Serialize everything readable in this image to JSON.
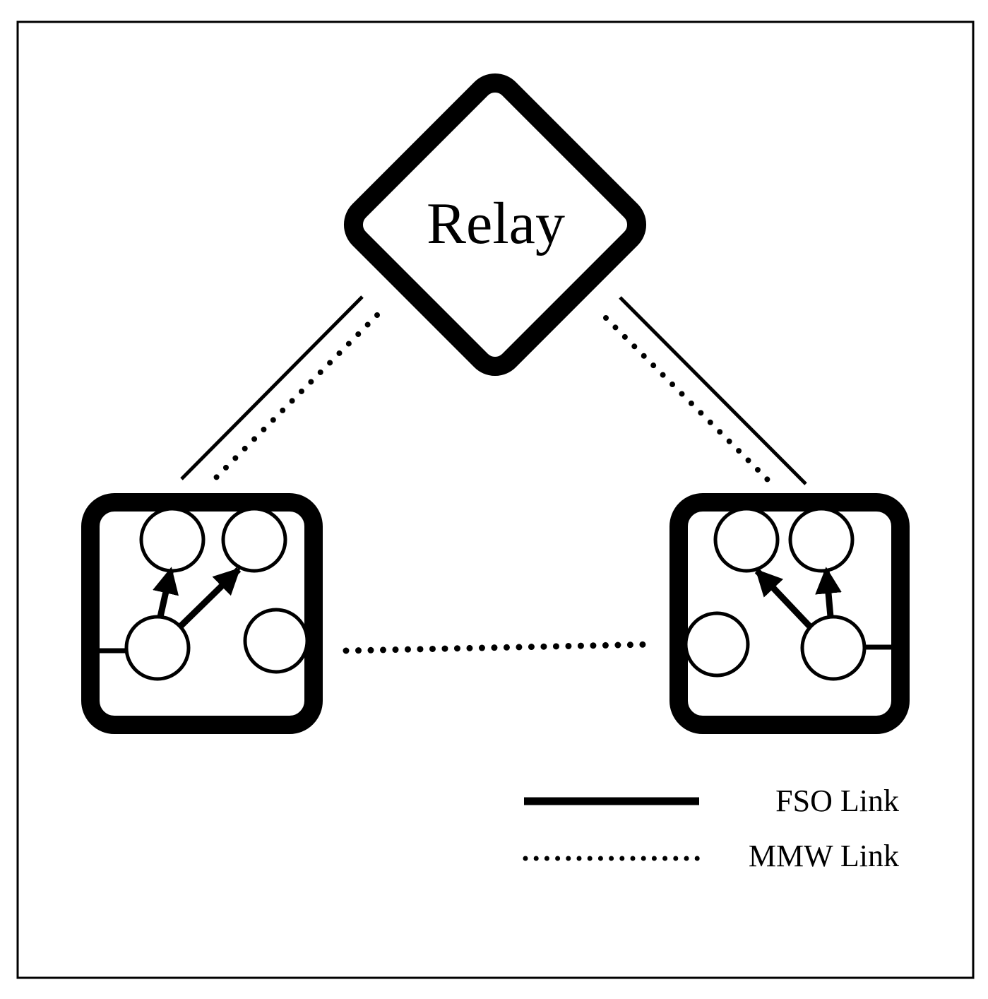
{
  "relay": {
    "label": "Relay"
  },
  "legend": {
    "fso_label": "FSO Link",
    "mmw_label": "MMW Link"
  },
  "colors": {
    "ink": "#000000",
    "background": "#ffffff"
  }
}
